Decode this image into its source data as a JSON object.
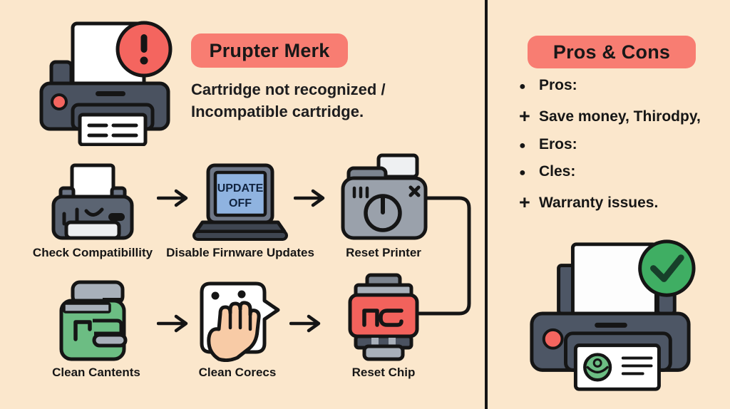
{
  "colors": {
    "background": "#fbe7cc",
    "accent_pill_red": "#f87d72",
    "alert_red": "#f4655f",
    "chip_red": "#f2625c",
    "dark_slate": "#4a5260",
    "mid_slate": "#5b6472",
    "light_gray": "#9aa1ab",
    "cap_gray": "#a8b0ba",
    "laptop_screen_blue": "#8fb3e0",
    "cartridge_green": "#6cbd83",
    "check_green": "#3fae63",
    "skin": "#f8cba6",
    "ink": "#161616"
  },
  "left": {
    "title": "Prupter Merk",
    "subtitle_line1": "Cartridge not recognized /",
    "subtitle_line2": "Incompatible cartridge.",
    "laptop_screen_line1": "UPDATE",
    "laptop_screen_line2": "OFF",
    "row1": [
      {
        "label": "Check Compatibillity"
      },
      {
        "label": "Disable Firnware Updates"
      },
      {
        "label": "Reset Printer"
      }
    ],
    "row2": [
      {
        "label": "Clean Cantents"
      },
      {
        "label": "Clean Corecs"
      },
      {
        "label": "Reset Chip"
      }
    ]
  },
  "right": {
    "title": "Pros & Cons",
    "items": [
      {
        "marker": "●",
        "marker_class": "marker dot",
        "text": "Pros:"
      },
      {
        "marker": "+",
        "marker_class": "marker plus",
        "text": "Save money, Thirodpy,"
      },
      {
        "marker": "●",
        "marker_class": "marker dot",
        "text": "Eros:"
      },
      {
        "marker": "●",
        "marker_class": "marker dot",
        "text": "Cles:"
      },
      {
        "marker": "+",
        "marker_class": "marker plus",
        "text": "Warranty issues."
      }
    ]
  }
}
